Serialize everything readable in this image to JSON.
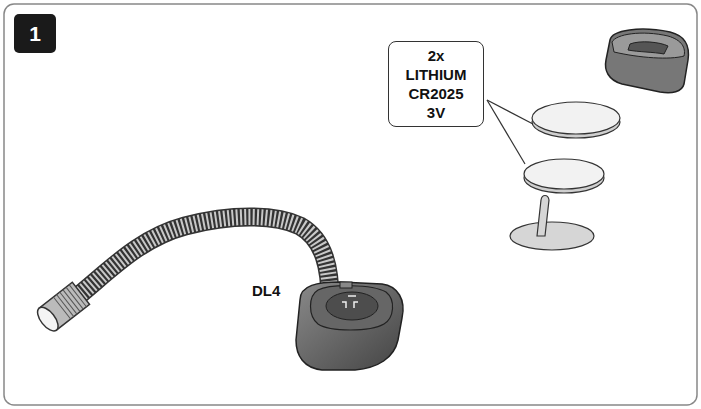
{
  "diagram": {
    "nodes": [
      {
        "text": [
          "1"
        ]
      },
      {
        "text": [
          "2x LITHIUM CR2025 3V"
        ]
      }
    ],
    "labels": [
      "DL4"
    ]
  }
}
